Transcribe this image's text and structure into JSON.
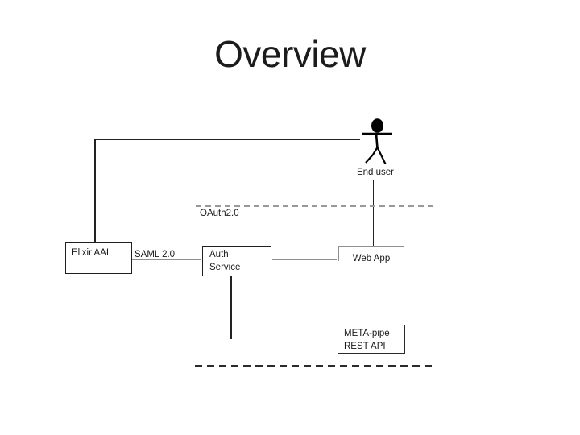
{
  "slide": {
    "title": "Overview",
    "background": "#ffffff"
  },
  "diagram": {
    "actor": {
      "label": "End user"
    },
    "protocol_labels": {
      "oauth": "OAuth2.0",
      "saml": "SAML 2.0"
    },
    "nodes": {
      "elixir_aai": {
        "label": "Elixir AAI"
      },
      "auth_service": {
        "label_line1": "Auth",
        "label_line2": "Service"
      },
      "web_app": {
        "label": "Web App"
      },
      "meta_pipe": {
        "label_line1": "META-pipe",
        "label_line2": "REST API"
      }
    },
    "colors": {
      "line_dark": "#1f1f1f",
      "line_gray": "#8f8f8f",
      "dashed_upper": "#999999",
      "dashed_lower": "#2b2b2b",
      "text": "#1a1a1a"
    }
  }
}
